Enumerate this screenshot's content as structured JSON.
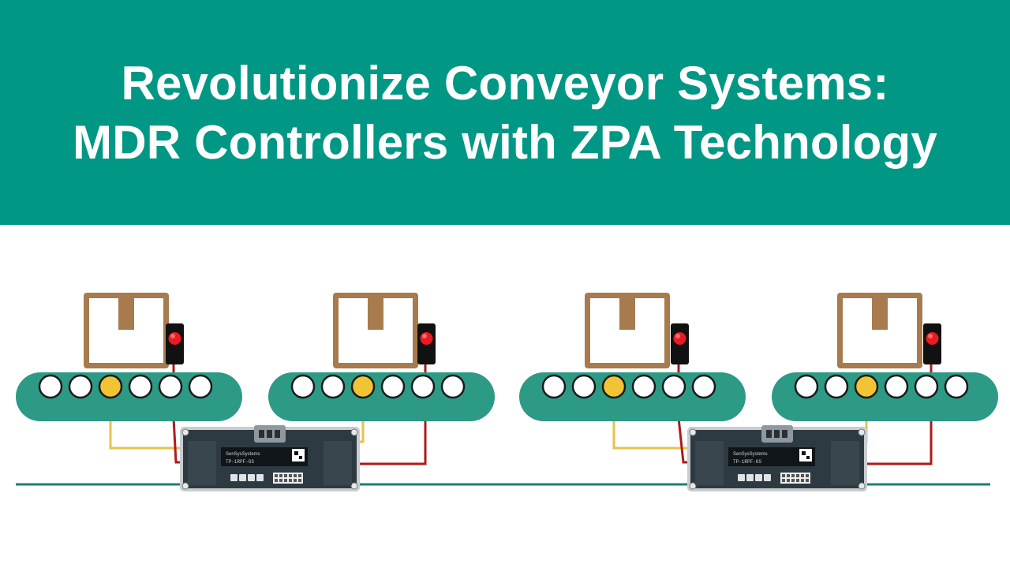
{
  "header": {
    "title_line1": "Revolutionize Conveyor Systems:",
    "title_line2": "MDR Controllers with ZPA Technology",
    "background_color": "#009784"
  },
  "diagram": {
    "colors": {
      "conveyor": "#2d9a85",
      "roller_fill": "#ffffff",
      "roller_stroke": "#1a1a1a",
      "motorized_roller": "#f2c335",
      "box": "#a77b4d",
      "sensor_body": "#111111",
      "sensor_light": "#e81b23",
      "motor_cable": "#e8c24a",
      "sensor_cable": "#b0191b",
      "network_line": "#1f7d70",
      "controller_body": "#2d3a42"
    },
    "zones": [
      {
        "name": "zone-1"
      },
      {
        "name": "zone-2"
      },
      {
        "name": "zone-3"
      },
      {
        "name": "zone-4"
      }
    ],
    "controllers": [
      {
        "brand": "SenSysSystems",
        "model": "TP-1RPF-GS",
        "connects": [
          "zone-1",
          "zone-2"
        ]
      },
      {
        "brand": "SenSysSystems",
        "model": "TP-1RPF-GS",
        "connects": [
          "zone-3",
          "zone-4"
        ]
      }
    ]
  }
}
